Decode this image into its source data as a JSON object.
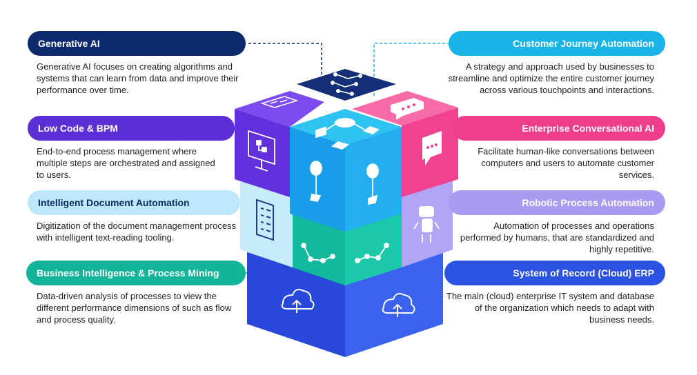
{
  "items": {
    "generative_ai": {
      "title": "Generative AI",
      "description": "Generative AI focuses on creating algorithms and systems that can learn from data and improve their performance over time.",
      "color": "#0d2a6e",
      "text_color": "#ffffff"
    },
    "low_code": {
      "title": "Low Code & BPM",
      "description": "End-to-end process management where multiple steps are orchestrated and assigned to users.",
      "color": "#5b2fd6",
      "text_color": "#ffffff"
    },
    "idp": {
      "title": "Intelligent Document Automation",
      "description": "Digitization of the document management process with intelligent text-reading tooling.",
      "color": "#bde7fa",
      "text_color": "#0b2a5e"
    },
    "bi": {
      "title": "Business Intelligence & Process Mining",
      "description": "Data-driven analysis of processes to view the different performance dimensions of such as flow and process quality.",
      "color": "#12b59a",
      "text_color": "#ffffff"
    },
    "cja": {
      "title": "Customer Journey Automation",
      "description": "A strategy and approach used by businesses to streamline and optimize the entire customer journey across various touchpoints and interactions.",
      "color": "#1ab3e8",
      "text_color": "#ffffff"
    },
    "eca": {
      "title": "Enterprise Conversational AI",
      "description": "Facilitate human-like conversations between computers and users to automate customer services.",
      "color": "#ee3e8a",
      "text_color": "#ffffff"
    },
    "rpa": {
      "title": "Robotic Process Automation",
      "description": "Automation of processes and operations performed by humans, that are standardized and highly repetitive.",
      "color": "#a99af2",
      "text_color": "#ffffff"
    },
    "erp": {
      "title": "System of Record (Cloud) ERP",
      "description": "The main (cloud) enterprise IT system and database of the organization which needs to adapt with business needs.",
      "color": "#2b52e0",
      "text_color": "#ffffff"
    }
  },
  "icons": {
    "generative_ai": "circuit-icon",
    "low_code": "workflow-monitor-icon",
    "cja": "chat-bubble-icon",
    "eca": "chat-bubble-icon",
    "center": "flowchart-icon",
    "idp": "document-list-icon",
    "rpa": "robot-icon",
    "bi": "process-mining-icon",
    "erp": "cloud-upload-icon"
  }
}
